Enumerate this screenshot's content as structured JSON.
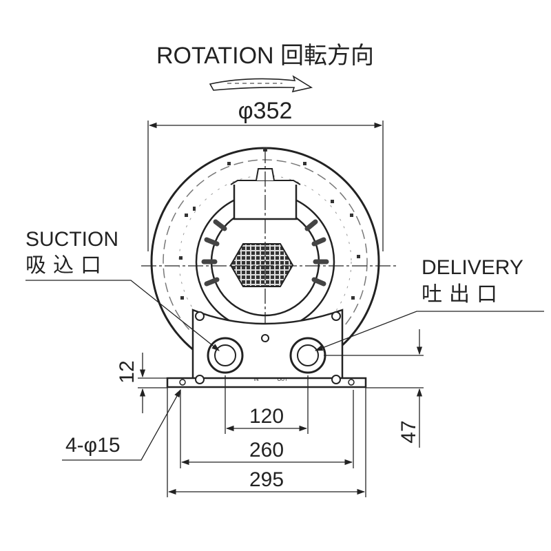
{
  "colors": {
    "ink": "#222222",
    "paper": "#ffffff",
    "grille": "#444444"
  },
  "labels": {
    "rotation": "ROTATION 回転方向",
    "suction_en": "SUCTION",
    "suction_jp": "吸込口",
    "delivery_en": "DELIVERY",
    "delivery_jp": "吐出口",
    "port_in": "IN",
    "port_out": "OUT"
  },
  "dimensions": {
    "diameter": "φ352",
    "port_spacing": "120",
    "bolt_spacing": "260",
    "base_width": "295",
    "base_thickness": "12",
    "port_height": "47",
    "holes": "4-φ15"
  }
}
